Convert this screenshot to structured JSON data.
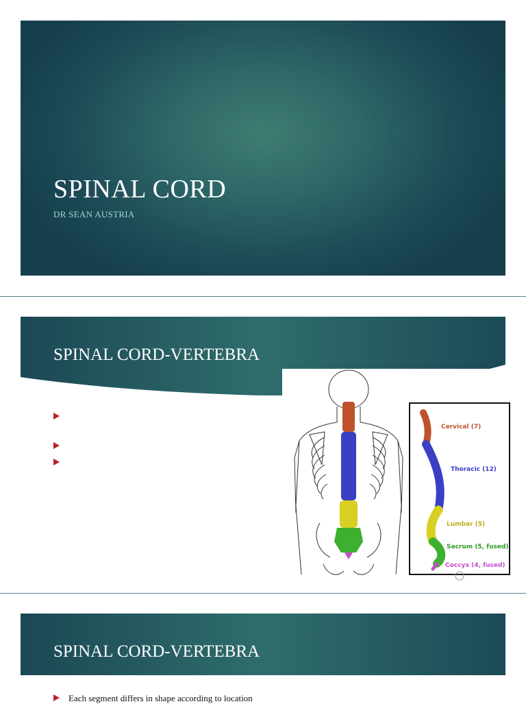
{
  "slide1": {
    "title": "SPINAL CORD",
    "subtitle": "DR SEAN AUSTRIA"
  },
  "slide2": {
    "title": "SPINAL CORD-VERTEBRA",
    "bullets": [
      "",
      "",
      ""
    ],
    "figure": {
      "labels": {
        "cervical": "Cervical (7)",
        "thoracic": "Thoracic (12)",
        "lumbar": "Lumbar (5)",
        "sacrum": "Sacrum (5, fused)",
        "coccyx": "Coccyx (4, fused)"
      },
      "colors": {
        "cervical": "#c0522b",
        "thoracic": "#3a3fc4",
        "lumbar": "#d8cf22",
        "sacrum": "#3db02f",
        "coccyx": "#c34fc8"
      }
    }
  },
  "slide3": {
    "title": "SPINAL CORD-VERTEBRA",
    "bullets": [
      "Each segment differs in shape according to location"
    ]
  },
  "theme": {
    "slide_bg_dark": "#163f4d",
    "slide_bg_light": "#3f7d72",
    "bullet_color": "#c0202a",
    "subtitle_color": "#9fd8d0"
  }
}
